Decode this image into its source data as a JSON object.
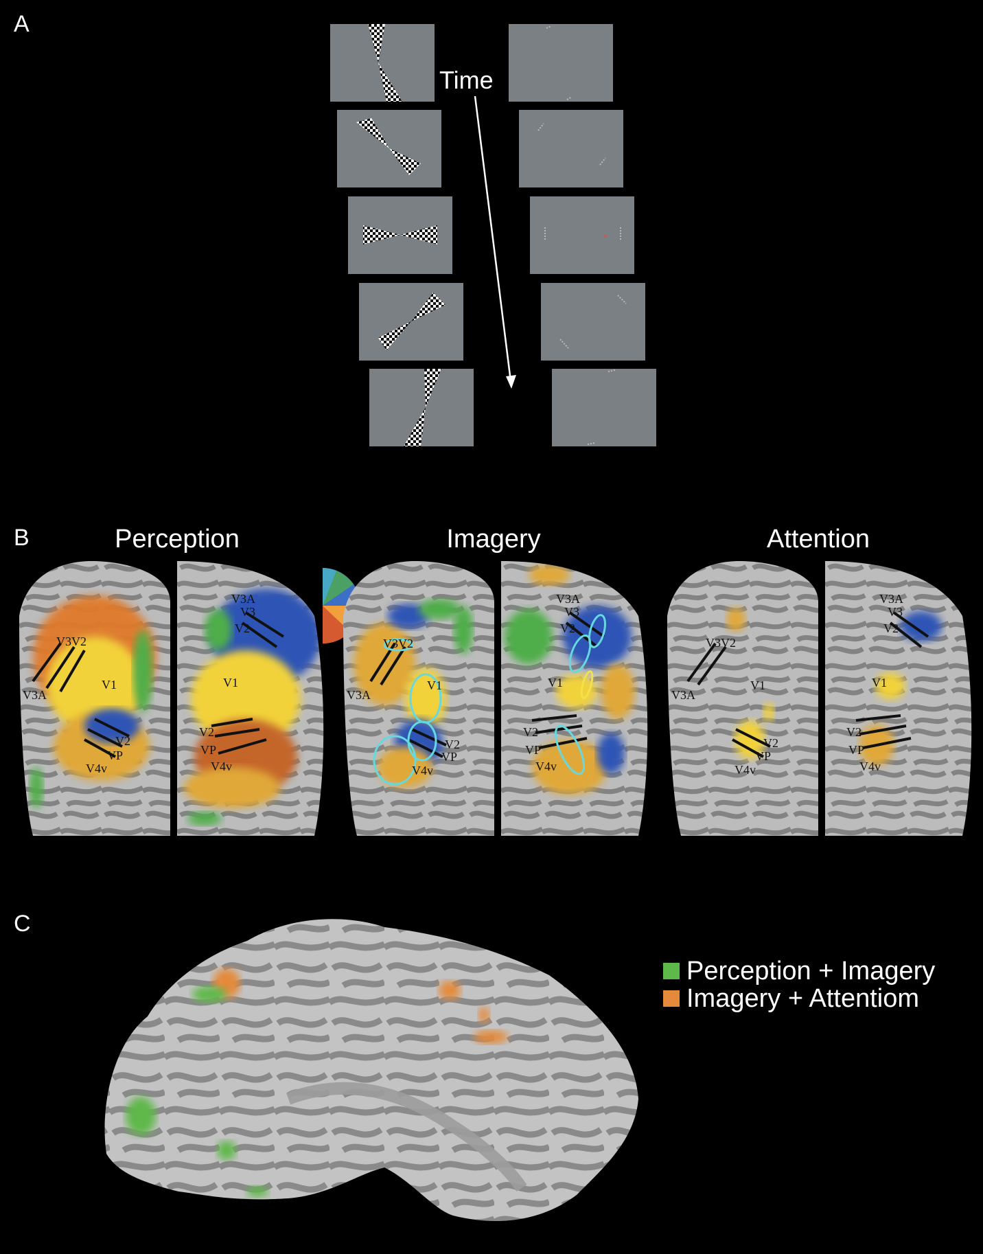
{
  "panels": {
    "a": "A",
    "b": "B",
    "c": "C"
  },
  "panel_a": {
    "time_label": "Time"
  },
  "panel_b": {
    "titles": [
      "Perception",
      "Imagery",
      "Attention"
    ],
    "area_labels": {
      "v3a_v3": "V3A",
      "v3": "V3",
      "v2": "V2",
      "v1": "V1",
      "vp": "VP",
      "v4v": "V4v",
      "v3v2": "V3V2"
    }
  },
  "panel_c": {
    "legend": [
      {
        "label": "Perception + Imagery",
        "color": "#5fb84a"
      },
      {
        "label": "Imagery + Attentiom",
        "color": "#e48a3a"
      }
    ]
  },
  "colors": {
    "background": "#000000",
    "stimulus_gray": "#7a8084",
    "cortex_light": "#bdbdbd",
    "cortex_dark": "#7f7f7f",
    "activation_yellow": "#f2d23a",
    "activation_orange": "#d9752a",
    "activation_blue": "#2d55b5",
    "activation_green": "#4fae4a",
    "roi_cyan": "#66d9e0"
  }
}
